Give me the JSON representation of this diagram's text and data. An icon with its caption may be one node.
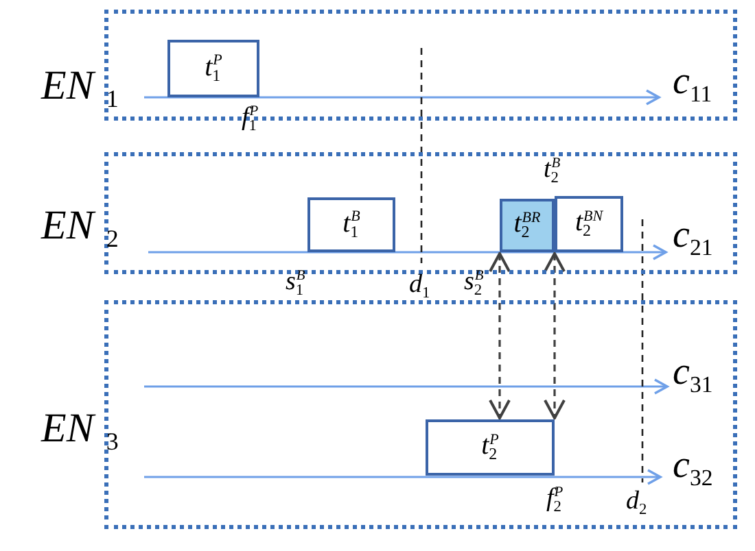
{
  "diagram": {
    "nodes": [
      {
        "text": [
          "EN$_{1}$"
        ]
      },
      {
        "text": [
          "t$_{1}$$^{P}$"
        ],
        "in": 0
      },
      {
        "text": [
          "EN$_{2}$"
        ]
      },
      {
        "text": [
          "t$_{1}$$^{B}$"
        ],
        "in": 2
      },
      {
        "text": [
          "t$_{2}$$^{BR}$"
        ],
        "in": 2
      },
      {
        "text": [
          "t$_{2}$$^{BN}$"
        ],
        "in": 2
      },
      {
        "text": [
          "EN$_{3}$"
        ]
      },
      {
        "text": [
          "t$_{2}$$^{P}$"
        ],
        "in": 6
      }
    ],
    "edges": [
      {
        "from": 4,
        "to": 7,
        "arrow": "both",
        "style": "dashed",
        "color": "#404040"
      },
      {
        "from": 5,
        "to": 7,
        "arrow": "both",
        "style": "dashed",
        "color": "#404040"
      }
    ],
    "labels": [
      "c$_{11}$",
      "f$_{1}$$^{P}$",
      "t$_{2}$$^{B}$",
      "c$_{21}$",
      "s$_{1}$$^{B}$",
      "d$_{1}$",
      "s$_{2}$$^{B}$",
      "c$_{31}$",
      "c$_{32}$",
      "f$_{2}$$^{P}$",
      "d$_{2}$"
    ]
  }
}
